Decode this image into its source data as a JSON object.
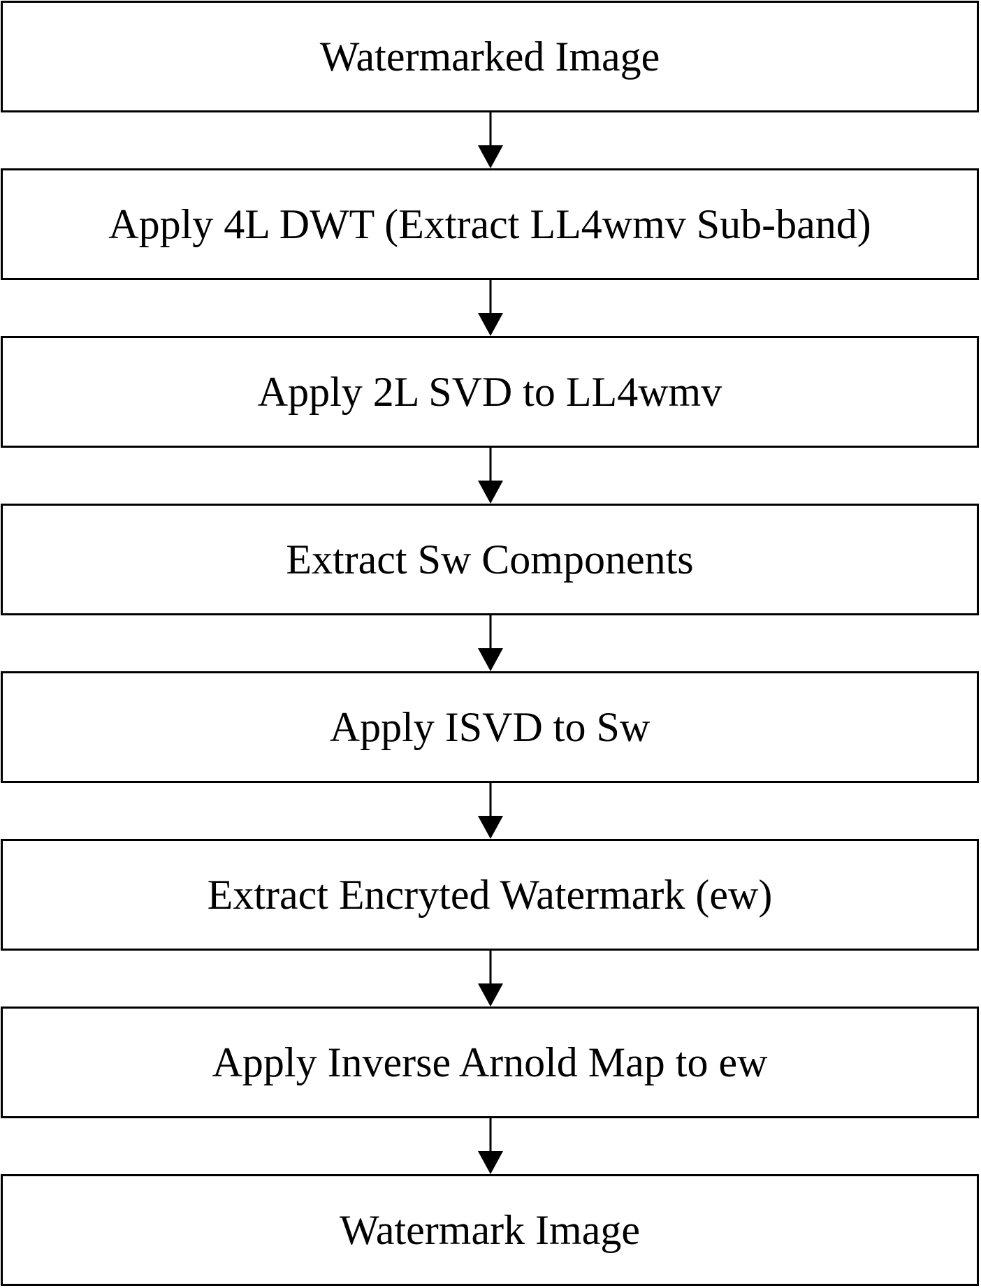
{
  "diagram": {
    "steps": [
      {
        "label": "Watermarked Image"
      },
      {
        "label": "Apply 4L DWT (Extract LL4wmv Sub-band)"
      },
      {
        "label": "Apply 2L SVD to LL4wmv"
      },
      {
        "label": "Extract Sw Components"
      },
      {
        "label": "Apply ISVD to Sw"
      },
      {
        "label": "Extract Encryted Watermark (ew)"
      },
      {
        "label": "Apply Inverse Arnold Map to ew"
      },
      {
        "label": "Watermark Image"
      }
    ],
    "colors": {
      "stroke": "#000000",
      "fill": "#ffffff",
      "text": "#000000"
    }
  }
}
